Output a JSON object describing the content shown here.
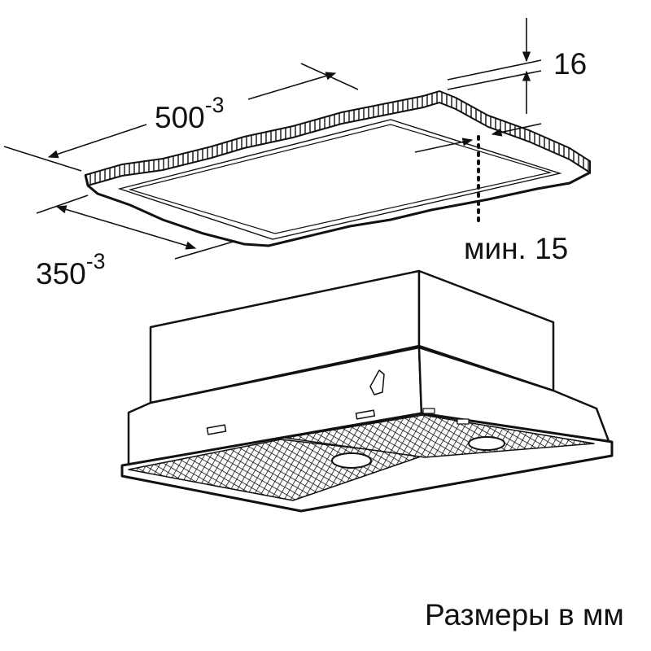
{
  "diagram": {
    "type": "installation dimension drawing",
    "subject": "built-in ceiling/cabinet extractor hood and mounting cutout",
    "colors": {
      "line": "#111111",
      "background": "#ffffff"
    }
  },
  "labels": {
    "width": {
      "value": "500",
      "tolerance": "-3"
    },
    "depth": {
      "value": "350",
      "tolerance": "-3"
    },
    "thickness": {
      "value": "16"
    },
    "min_clearance": {
      "text": "мин. 15"
    },
    "units_note": "Размеры в мм"
  }
}
